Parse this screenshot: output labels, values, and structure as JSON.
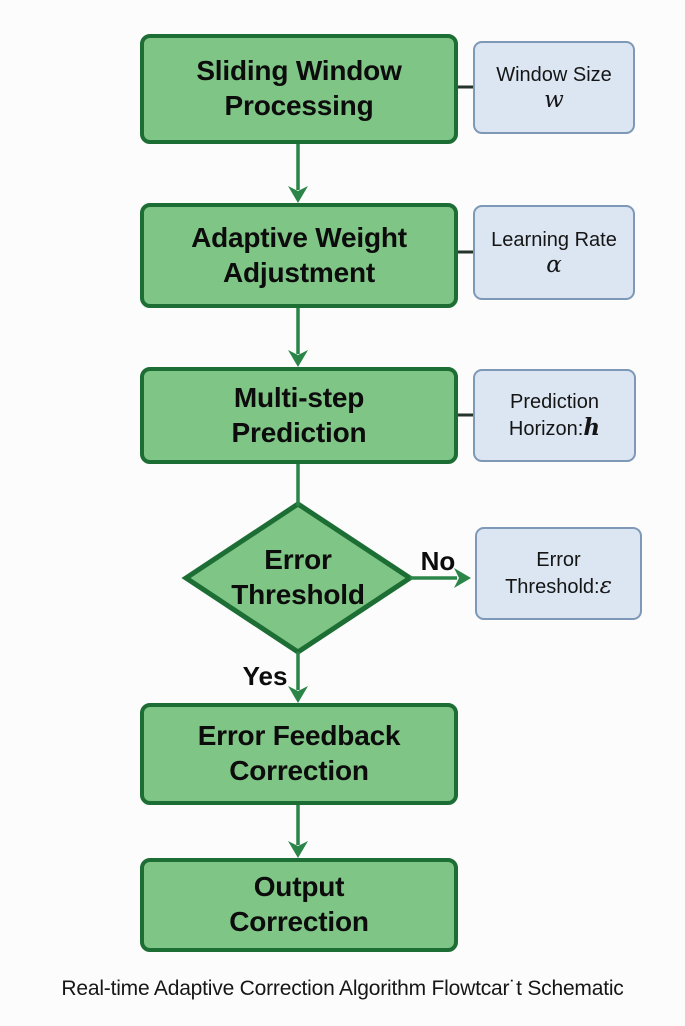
{
  "caption": "Real-time Adaptive Correction Algorithm Flowtcar˙t Schematic",
  "nodes": [
    {
      "id": "sliding-window-processing",
      "lines": [
        "Sliding Window",
        "Processing"
      ]
    },
    {
      "id": "adaptive-weight-adjustment",
      "lines": [
        "Adaptive Weight",
        "Adjustment"
      ]
    },
    {
      "id": "multi-step-prediction",
      "lines": [
        "Multi-step",
        "Prediction"
      ]
    },
    {
      "id": "error-threshold-decision",
      "lines": [
        "Error",
        "Threshold"
      ]
    },
    {
      "id": "error-feedback-correction",
      "lines": [
        "Error Feedback",
        "Correction"
      ]
    },
    {
      "id": "output-correction",
      "lines": [
        "Output",
        "Correction"
      ]
    }
  ],
  "params": [
    {
      "line1": "Window Size",
      "line2_prefix": "",
      "symbol": "w"
    },
    {
      "line1": "Learning Rate",
      "line2_prefix": "",
      "symbol": "α"
    },
    {
      "line1": "Prediction",
      "line2_prefix": "Horizon: ",
      "symbol": "h"
    },
    {
      "line1": "Error",
      "line2_prefix": "Threshold: ",
      "symbol": "ε"
    }
  ],
  "edge_labels": {
    "yes": "Yes",
    "no": "No"
  },
  "colors": {
    "node_fill": "#7fc585",
    "node_border": "#1c6e34",
    "param_fill": "#dbe6f2",
    "param_border": "#7e98b8",
    "arrow": "#2b8549",
    "connector": "#25342b"
  }
}
